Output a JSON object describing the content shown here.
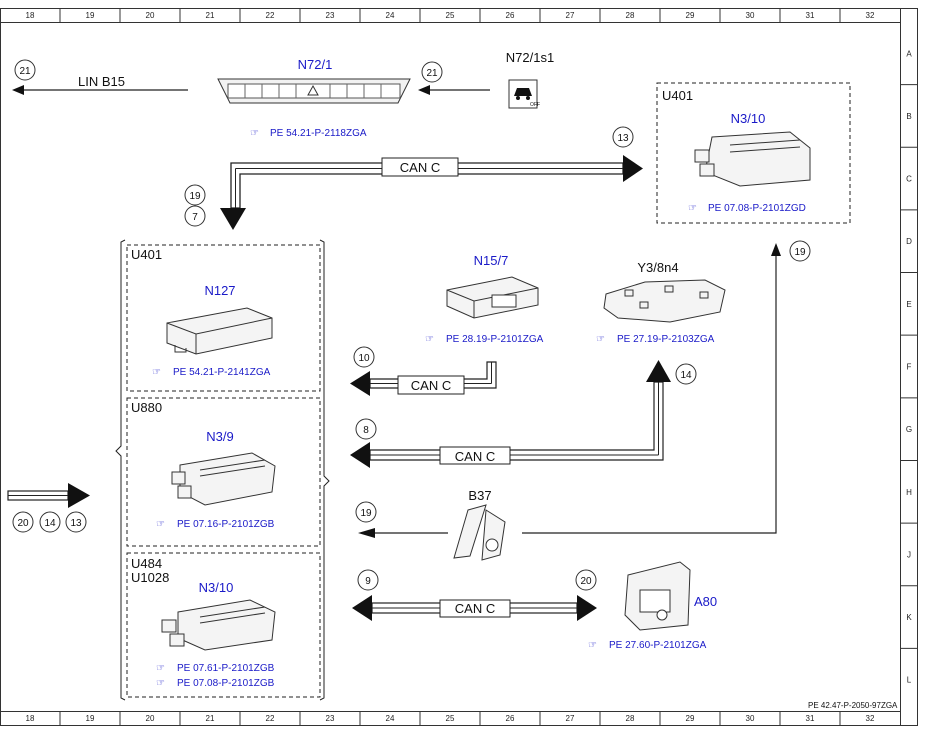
{
  "grid": {
    "columns": [
      "18",
      "19",
      "20",
      "21",
      "22",
      "23",
      "24",
      "25",
      "26",
      "27",
      "28",
      "29",
      "30",
      "31",
      "32"
    ],
    "rows": [
      "A",
      "B",
      "C",
      "D",
      "E",
      "F",
      "G",
      "H",
      "J",
      "K",
      "L"
    ]
  },
  "footer_ref": "PE 42.47-P-2050-97ZGA",
  "components": {
    "n72_1": {
      "label": "N72/1",
      "ref": "PE 54.21-P-2118ZGA"
    },
    "n72_1s1": {
      "label": "N72/1s1",
      "icon_text": "OFF"
    },
    "lin": {
      "label": "LIN B15",
      "circle": "21"
    },
    "lin_in_circle": "21",
    "u401_top": {
      "group": "U401",
      "label": "N3/10",
      "ref": "PE 07.08-P-2101ZGD"
    },
    "u401_left": {
      "group": "U401",
      "label": "N127",
      "ref": "PE 54.21-P-2141ZGA"
    },
    "u880": {
      "group": "U880",
      "label": "N3/9",
      "ref": "PE 07.16-P-2101ZGB"
    },
    "u484": {
      "group1": "U484",
      "group2": "U1028",
      "label": "N3/10",
      "ref1": "PE 07.61-P-2101ZGB",
      "ref2": "PE 07.08-P-2101ZGB"
    },
    "n15_7": {
      "label": "N15/7",
      "ref": "PE 28.19-P-2101ZGA"
    },
    "y3_8n4": {
      "label": "Y3/8n4",
      "ref": "PE 27.19-P-2103ZGA"
    },
    "b37": {
      "label": "B37"
    },
    "a80": {
      "label": "A80",
      "ref": "PE 27.60-P-2101ZGA"
    }
  },
  "buses": {
    "top": "CAN C",
    "n15": "CAN C",
    "y3": "CAN C",
    "a80": "CAN C"
  },
  "circles": {
    "c13_top": "13",
    "c19_left": "19",
    "c7_left": "7",
    "c19_right": "19",
    "c10": "10",
    "c14_y3": "14",
    "c8": "8",
    "c19_b37": "19",
    "c9": "9",
    "c20_a80": "20",
    "c20_in": "20",
    "c14_in": "14",
    "c13_in": "13"
  }
}
